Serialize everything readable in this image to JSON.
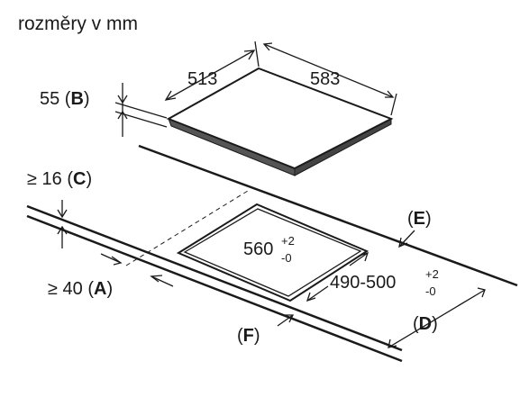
{
  "title": "rozměry v mm",
  "hob": {
    "depth": "513",
    "width": "583",
    "height_value": "55",
    "height_letter": "B"
  },
  "worktop": {
    "thickness_prefix": "≥ 16",
    "thickness_letter": "C",
    "front_gap_prefix": "≥ 40",
    "front_gap_letter": "A",
    "cutout_width": "560",
    "cutout_width_tol_plus": "+2",
    "cutout_width_tol_minus": "-0",
    "cutout_depth": "490-500",
    "cutout_depth_tol_plus": "+2",
    "cutout_depth_tol_minus": "-0",
    "letter_d": "D",
    "letter_e": "E",
    "letter_f": "F"
  }
}
